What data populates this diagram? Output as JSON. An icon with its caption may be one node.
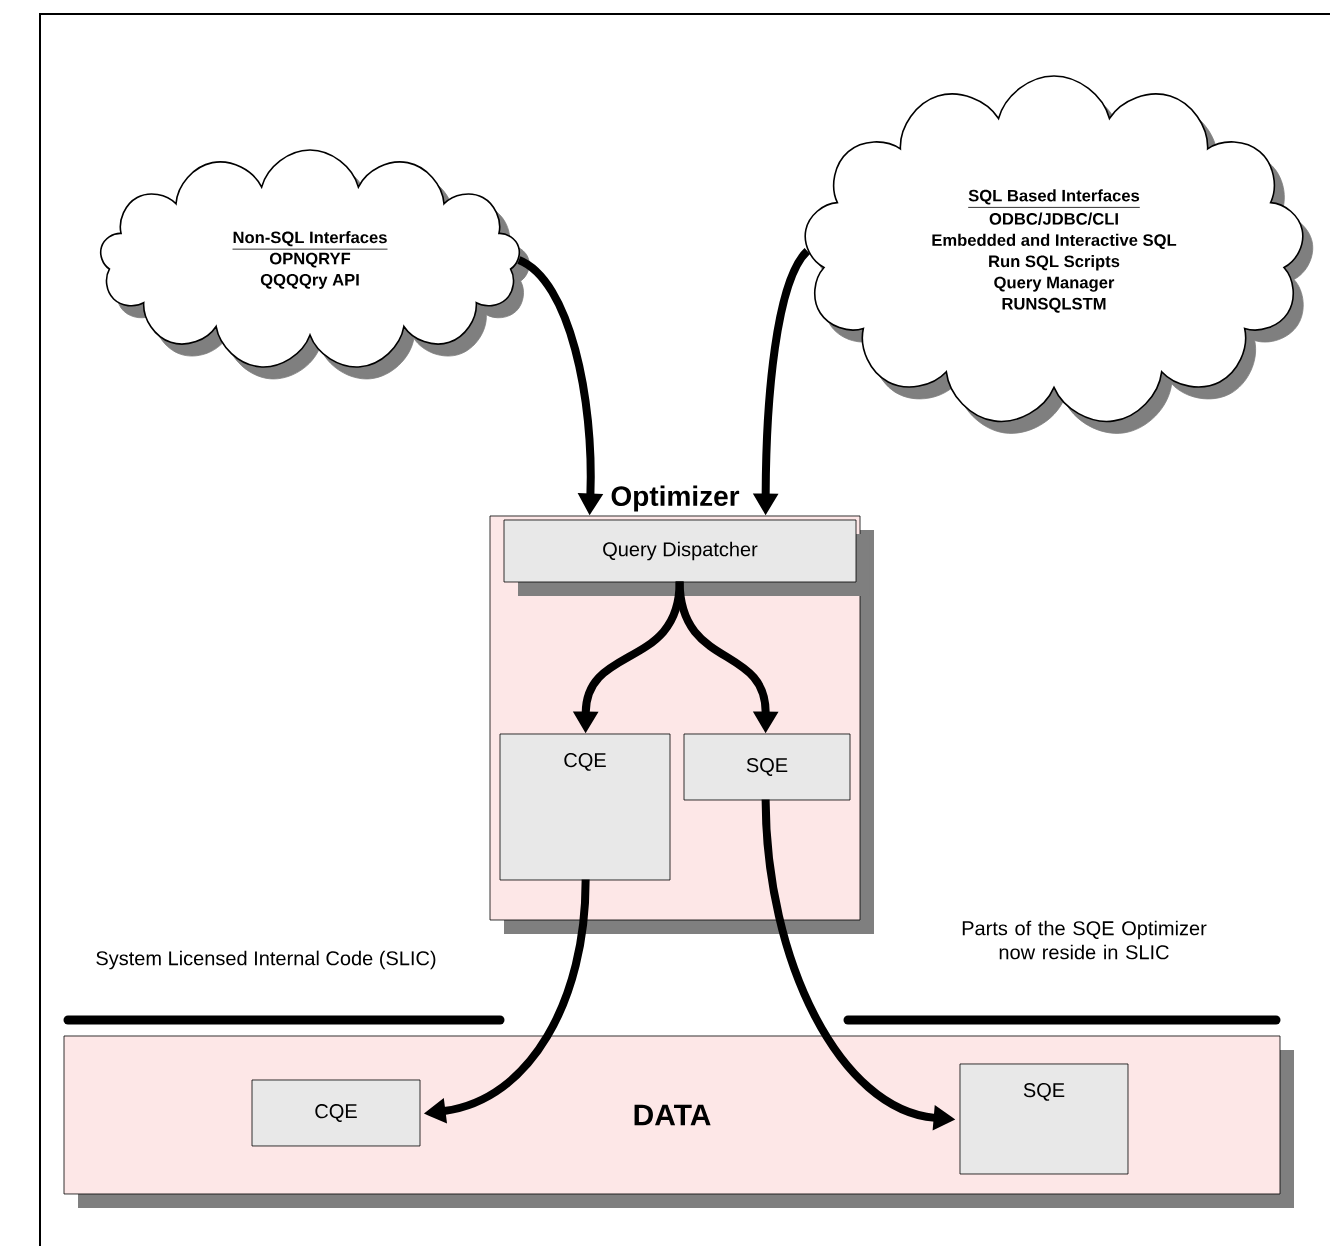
{
  "diagram": {
    "nodes": [
      {
        "text": [
          "Non-SQL Interfaces",
          "OPNQRYF",
          "QQQQry API"
        ]
      },
      {
        "text": [
          "SQL Based Interfaces",
          "ODBC/JDBC/CLI",
          "Embedded and Interactive SQL",
          "Run SQL Scripts",
          "Query Manager",
          "RUNSQLSTM"
        ]
      },
      {
        "text": [
          "Optimizer"
        ]
      },
      {
        "text": [
          "Query Dispatcher"
        ],
        "in": 2
      },
      {
        "text": [
          "CQE"
        ],
        "in": 2
      },
      {
        "text": [
          "SQE"
        ],
        "in": 2
      },
      {
        "text": [
          "DATA"
        ]
      },
      {
        "text": [
          "CQE"
        ],
        "in": 6
      },
      {
        "text": [
          "SQE"
        ],
        "in": 6
      }
    ],
    "edges": [
      {
        "from": 0,
        "to": 2,
        "arrow": "to"
      },
      {
        "from": 1,
        "to": 2,
        "arrow": "to"
      },
      {
        "from": 3,
        "to": 4,
        "arrow": "to"
      },
      {
        "from": 3,
        "to": 5,
        "arrow": "to"
      },
      {
        "from": 4,
        "to": 7,
        "arrow": "to"
      },
      {
        "from": 5,
        "to": 8,
        "arrow": "to"
      }
    ],
    "labels": [
      "System Licensed Internal Code (SLIC)",
      "Parts of the SQE Optimizer now reside in SLIC"
    ]
  }
}
